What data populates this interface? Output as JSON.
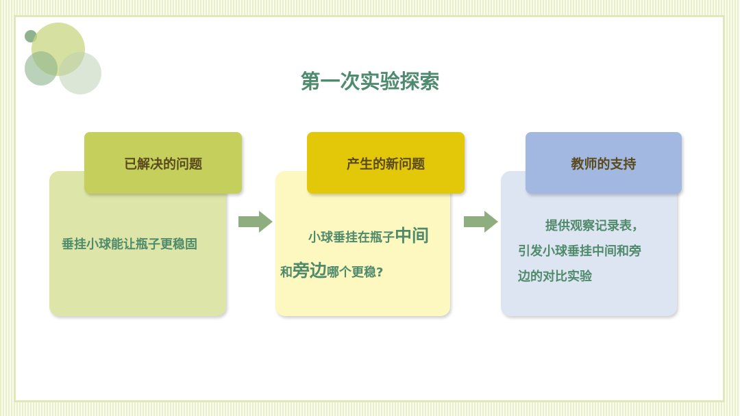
{
  "title": "第一次实验探索",
  "steps": [
    {
      "header": "已解决的问题",
      "text": "垂挂小球能让瓶子更稳固"
    },
    {
      "header": "产生的新问题",
      "line1_a": "小球垂挂在瓶子",
      "line1_b": "中间",
      "line2_a": "和",
      "line2_b": "旁边",
      "line2_c": "哪个更稳?"
    },
    {
      "header": "教师的支持",
      "line1": "提供观察记录表，",
      "line2": "引发小球垂挂中间和旁",
      "line3": "边的对比实验"
    }
  ],
  "colors": {
    "title": "#4e8a6e",
    "arrow": "#8fae80"
  }
}
